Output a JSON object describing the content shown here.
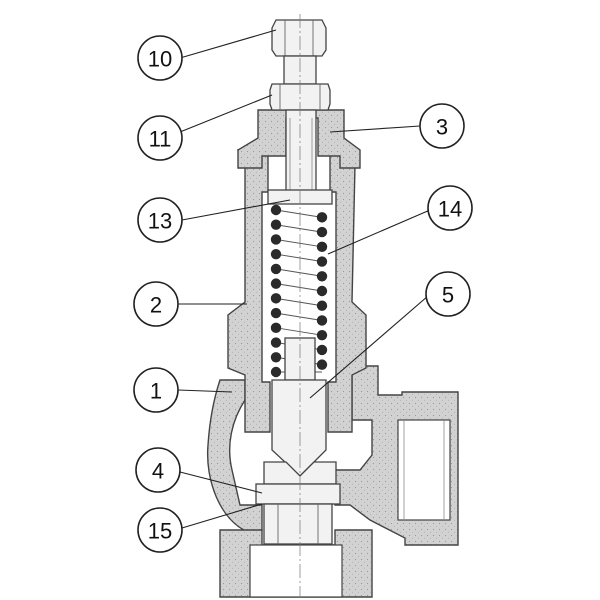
{
  "diagram": {
    "callouts": [
      {
        "id": "10",
        "label": "10"
      },
      {
        "id": "11",
        "label": "11"
      },
      {
        "id": "3",
        "label": "3"
      },
      {
        "id": "13",
        "label": "13"
      },
      {
        "id": "14",
        "label": "14"
      },
      {
        "id": "2",
        "label": "2"
      },
      {
        "id": "5",
        "label": "5"
      },
      {
        "id": "1",
        "label": "1"
      },
      {
        "id": "4",
        "label": "4"
      },
      {
        "id": "15",
        "label": "15"
      }
    ]
  },
  "colors": {
    "hatch_fill": "#d2d2d2",
    "steel": "#f2f2f2",
    "line": "#444444"
  }
}
